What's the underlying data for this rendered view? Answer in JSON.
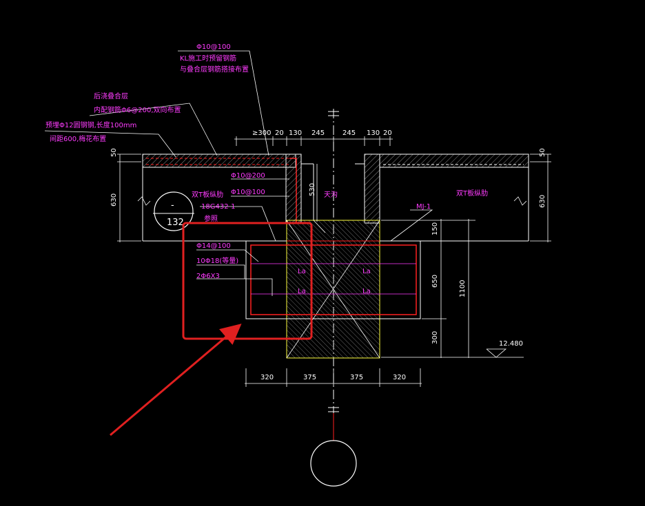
{
  "labels": {
    "note_top_1": "Φ10@100",
    "note_top_2": "KL施工时预留钢筋",
    "note_top_3": "与叠合层钢筋搭接布置",
    "note_layer_1": "后浇叠合层",
    "note_layer_2": "内配钢筋Φ6@200,双向布置",
    "note_bolt_1": "预埋Φ12圆钢钢,长度100mm",
    "note_bolt_2": "间距600,梅花布置",
    "rebar_1": "Φ10@200",
    "rebar_2": "Φ10@100",
    "slab_left": "双T板纵肋",
    "slab_right": "双T板纵肋",
    "std_ref": "18G432-1",
    "std_ref2": "参照",
    "mj": "MJ-1",
    "tianfeng": "天沟",
    "beam_rebar_1": "Φ14@100",
    "beam_rebar_2": "10Φ18(等量)",
    "beam_rebar_3": "2Φ6X3",
    "la_1": "La",
    "la_2": "La",
    "la_3": "La",
    "la_4": "La",
    "detail_top": "-",
    "detail_bottom": "132",
    "elevation": "12.480"
  },
  "dims": {
    "top": [
      "≥300",
      "20",
      "130",
      "245",
      "245",
      "130",
      "20"
    ],
    "bottom": [
      "320",
      "375",
      "375",
      "320"
    ],
    "left_50": "50",
    "left_630": "630",
    "right_50": "50",
    "right_630": "630",
    "d530": "530",
    "d150": "150",
    "d650": "650",
    "d1100": "1100",
    "d300": "300"
  },
  "colors": {
    "background": "#000000",
    "line": "#ffffff",
    "annotation": "#ff3cff",
    "rebar": "#ff2020",
    "column": "#ffff40",
    "highlight": "#e02020"
  }
}
